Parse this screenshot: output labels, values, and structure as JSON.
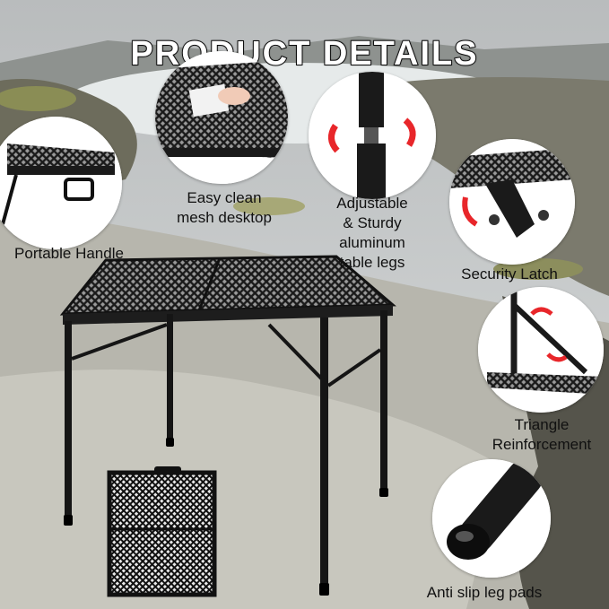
{
  "title": "PRODUCT DETAILS",
  "features": {
    "handle": "Portable Handle",
    "mesh_line1": "Easy clean",
    "mesh_line2": "mesh desktop",
    "legs_line1": "Adjustable",
    "legs_line2": "& Sturdy",
    "legs_line3": "aluminum",
    "legs_line4": "table legs",
    "latch": "Security Latch",
    "triangle_line1": "Triangle",
    "triangle_line2": "Reinforcement",
    "pads": "Anti slip leg pads"
  },
  "colors": {
    "accent_arrow": "#e8262a",
    "product": "#151515"
  }
}
